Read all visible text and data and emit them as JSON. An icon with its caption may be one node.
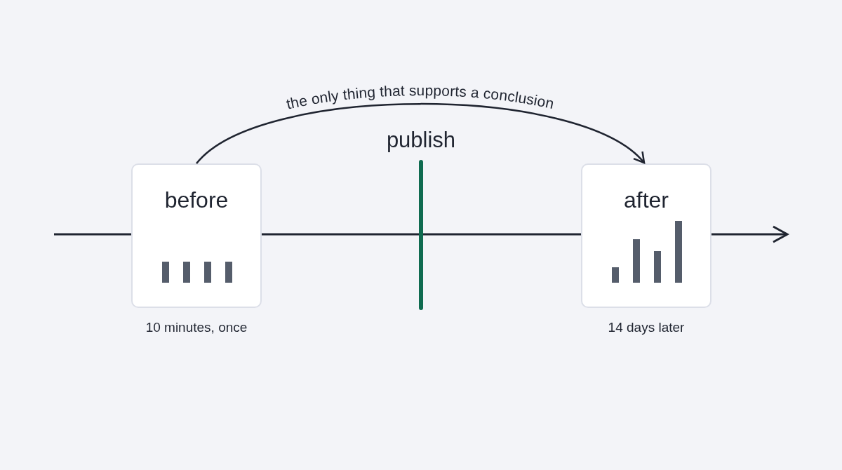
{
  "diagram": {
    "nodes": [
      {
        "text": [
          "before"
        ],
        "beside": [
          "10 minutes, once"
        ]
      },
      {
        "text": [
          "after"
        ],
        "beside": [
          "14 days later"
        ]
      }
    ],
    "edges": [
      {
        "from": 0,
        "to": 1,
        "arrow": "to",
        "label": "the only thing that supports a conclusion"
      }
    ],
    "labels": [
      "publish"
    ]
  }
}
